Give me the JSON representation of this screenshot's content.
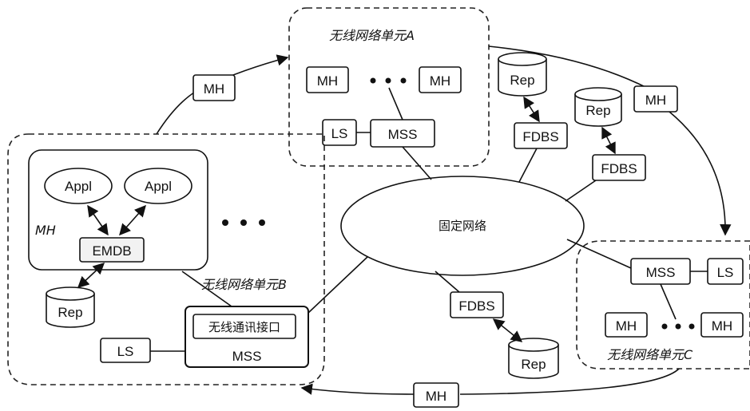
{
  "units": {
    "A": "无线网络单元A",
    "B": "无线网络单元B",
    "C": "无线网络单元C"
  },
  "fixed_network": "固定网络",
  "labels": {
    "mh": "MH",
    "mss": "MSS",
    "ls": "LS",
    "rep": "Rep",
    "fdbs": "FDBS",
    "appl": "Appl",
    "emdb": "EMDB",
    "mh_italic": "MH",
    "wireless_interface": "无线通讯接口"
  }
}
